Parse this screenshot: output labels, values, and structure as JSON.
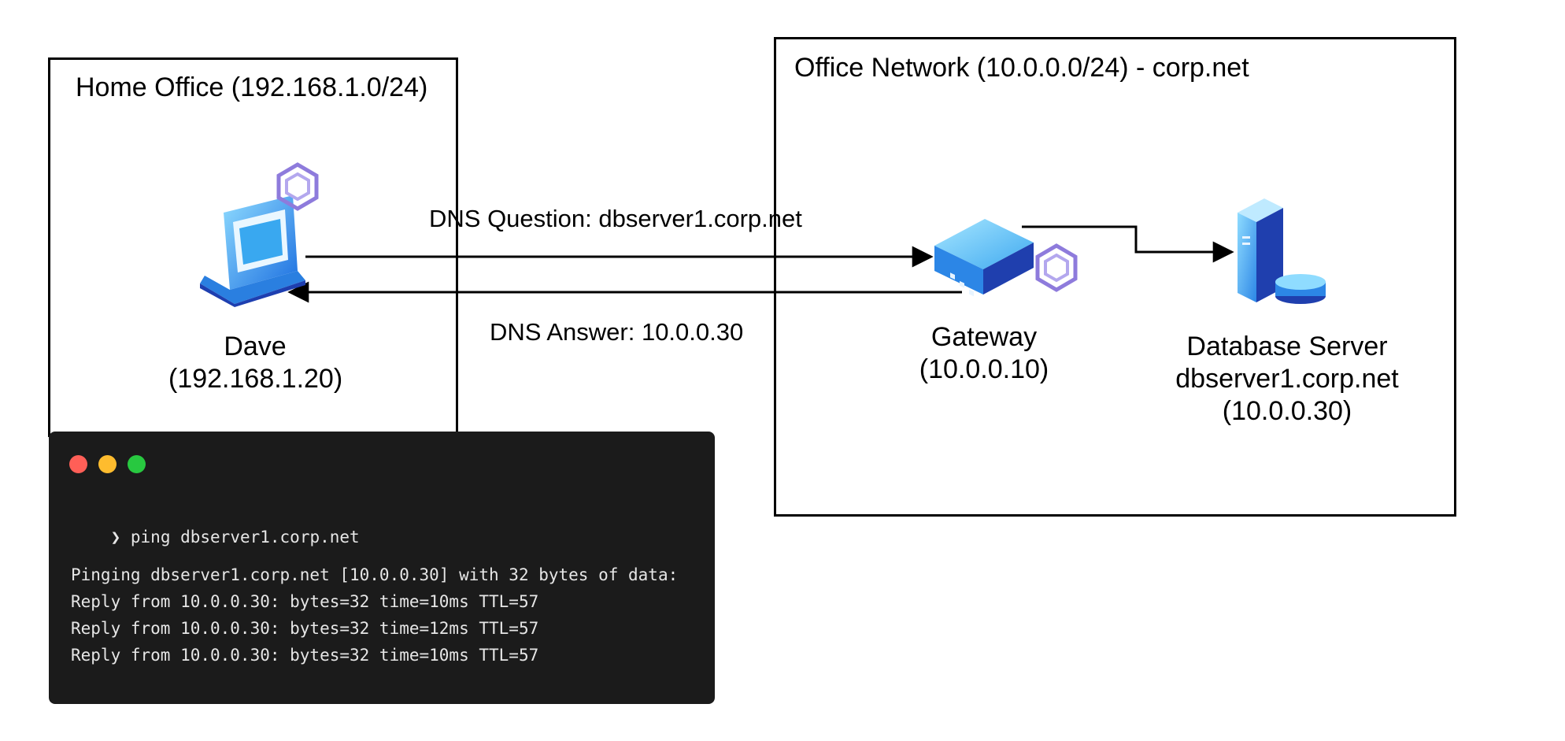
{
  "zones": {
    "home": {
      "title": "Home Office (192.168.1.0/24)"
    },
    "office": {
      "title": "Office Network (10.0.0.0/24) - corp.net"
    }
  },
  "nodes": {
    "dave": {
      "name": "Dave",
      "ip": "(192.168.1.20)",
      "icon": "laptop-icon"
    },
    "gateway": {
      "name": "Gateway",
      "ip": "(10.0.0.10)",
      "icon": "router-icon"
    },
    "database": {
      "name": "Database Server",
      "host": "dbserver1.corp.net",
      "ip": "(10.0.0.30)",
      "icon": "server-icon"
    }
  },
  "messages": {
    "question": "DNS Question: dbserver1.corp.net",
    "answer": "DNS Answer: 10.0.0.30"
  },
  "terminal": {
    "prompt_symbol": "❯",
    "command": "ping dbserver1.corp.net",
    "output": [
      "Pinging dbserver1.corp.net [10.0.0.30] with 32 bytes of data:",
      "Reply from 10.0.0.30: bytes=32 time=10ms TTL=57",
      "Reply from 10.0.0.30: bytes=32 time=12ms TTL=57",
      "Reply from 10.0.0.30: bytes=32 time=10ms TTL=57"
    ],
    "window_buttons": [
      "#ff5f57",
      "#febc2e",
      "#28c840"
    ]
  },
  "colors": {
    "icon_blue": "#2f8fe0",
    "icon_light": "#7fd0ff",
    "icon_dark": "#1e3fb0",
    "badge_purple": "#8e7bdc"
  }
}
